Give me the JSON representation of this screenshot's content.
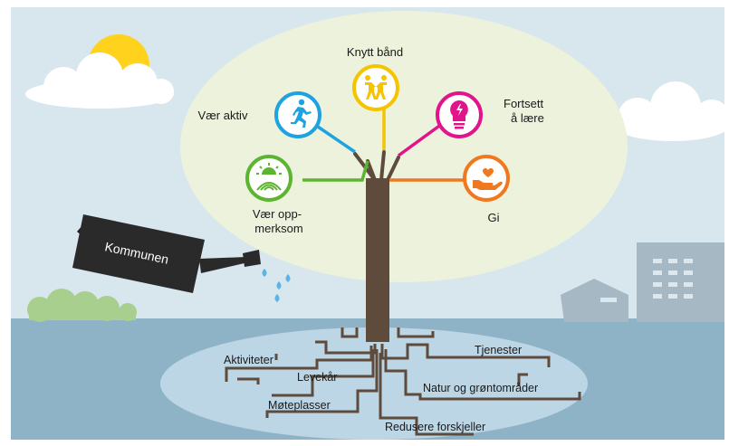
{
  "tree": {
    "branches": [
      {
        "id": "knytt",
        "label": "Knytt bånd",
        "color": "#f5c400",
        "icon": "people-holding-hands-icon"
      },
      {
        "id": "aktiv",
        "label": "Vær aktiv",
        "color": "#1fa2e0",
        "icon": "running-person-icon"
      },
      {
        "id": "laere",
        "label_line1": "Fortsett",
        "label_line2": "å lære",
        "color": "#e1148c",
        "icon": "lightbulb-icon"
      },
      {
        "id": "oppmerksom",
        "label_line1": "Vær opp-",
        "label_line2": "merksom",
        "color": "#5cb531",
        "icon": "sun-landscape-icon"
      },
      {
        "id": "gi",
        "label": "Gi",
        "color": "#f0781e",
        "icon": "hand-with-heart-icon"
      }
    ],
    "trunk_color": "#5e4b3c"
  },
  "watering_can": {
    "label": "Kommunen",
    "icon": "watering-can-icon"
  },
  "roots": {
    "labels": [
      "Aktiviteter",
      "Levekår",
      "Møteplasser",
      "Tjenester",
      "Natur og grøntområder",
      "Redusere forskjeller"
    ]
  },
  "colors": {
    "sky": "#d8e6ee",
    "ground": "#8fb3c6",
    "crown": "#ecf2dc",
    "root_area": "#bcd6e6",
    "sun": "#ffd21e",
    "building": "#a5b8c4",
    "bush": "#a9cf8f",
    "water": "#5bb4e6"
  }
}
